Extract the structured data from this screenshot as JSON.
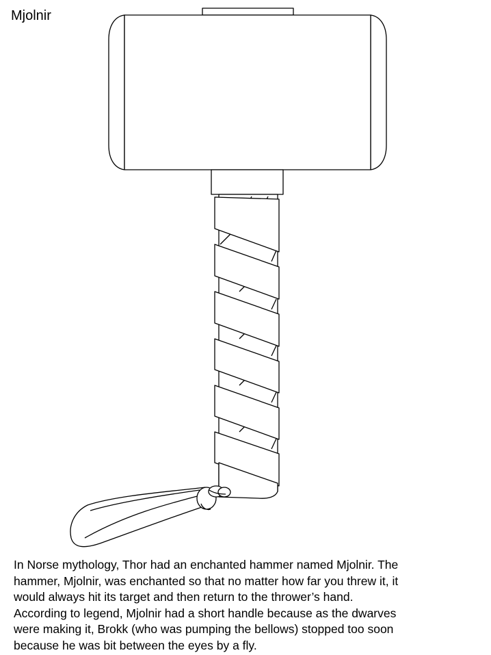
{
  "page": {
    "title": "Mjolnir"
  },
  "illustration": {
    "subject": "hammer",
    "style": "black line art coloring page",
    "stroke_color": "#000000",
    "fill_color": "#ffffff"
  },
  "caption": {
    "lines": [
      "In Norse mythology, Thor had an enchanted hammer named Mjolnir. The",
      "hammer, Mjolnir, was enchanted so that no matter how far you threw it, it",
      "would always hit its target and then return to the thrower’s hand.",
      "According to legend, Mjolnir had a short handle because as the dwarves",
      "were making it, Brokk (who was pumping the bellows) stopped too soon",
      "because he was bit between the eyes by a fly."
    ]
  }
}
